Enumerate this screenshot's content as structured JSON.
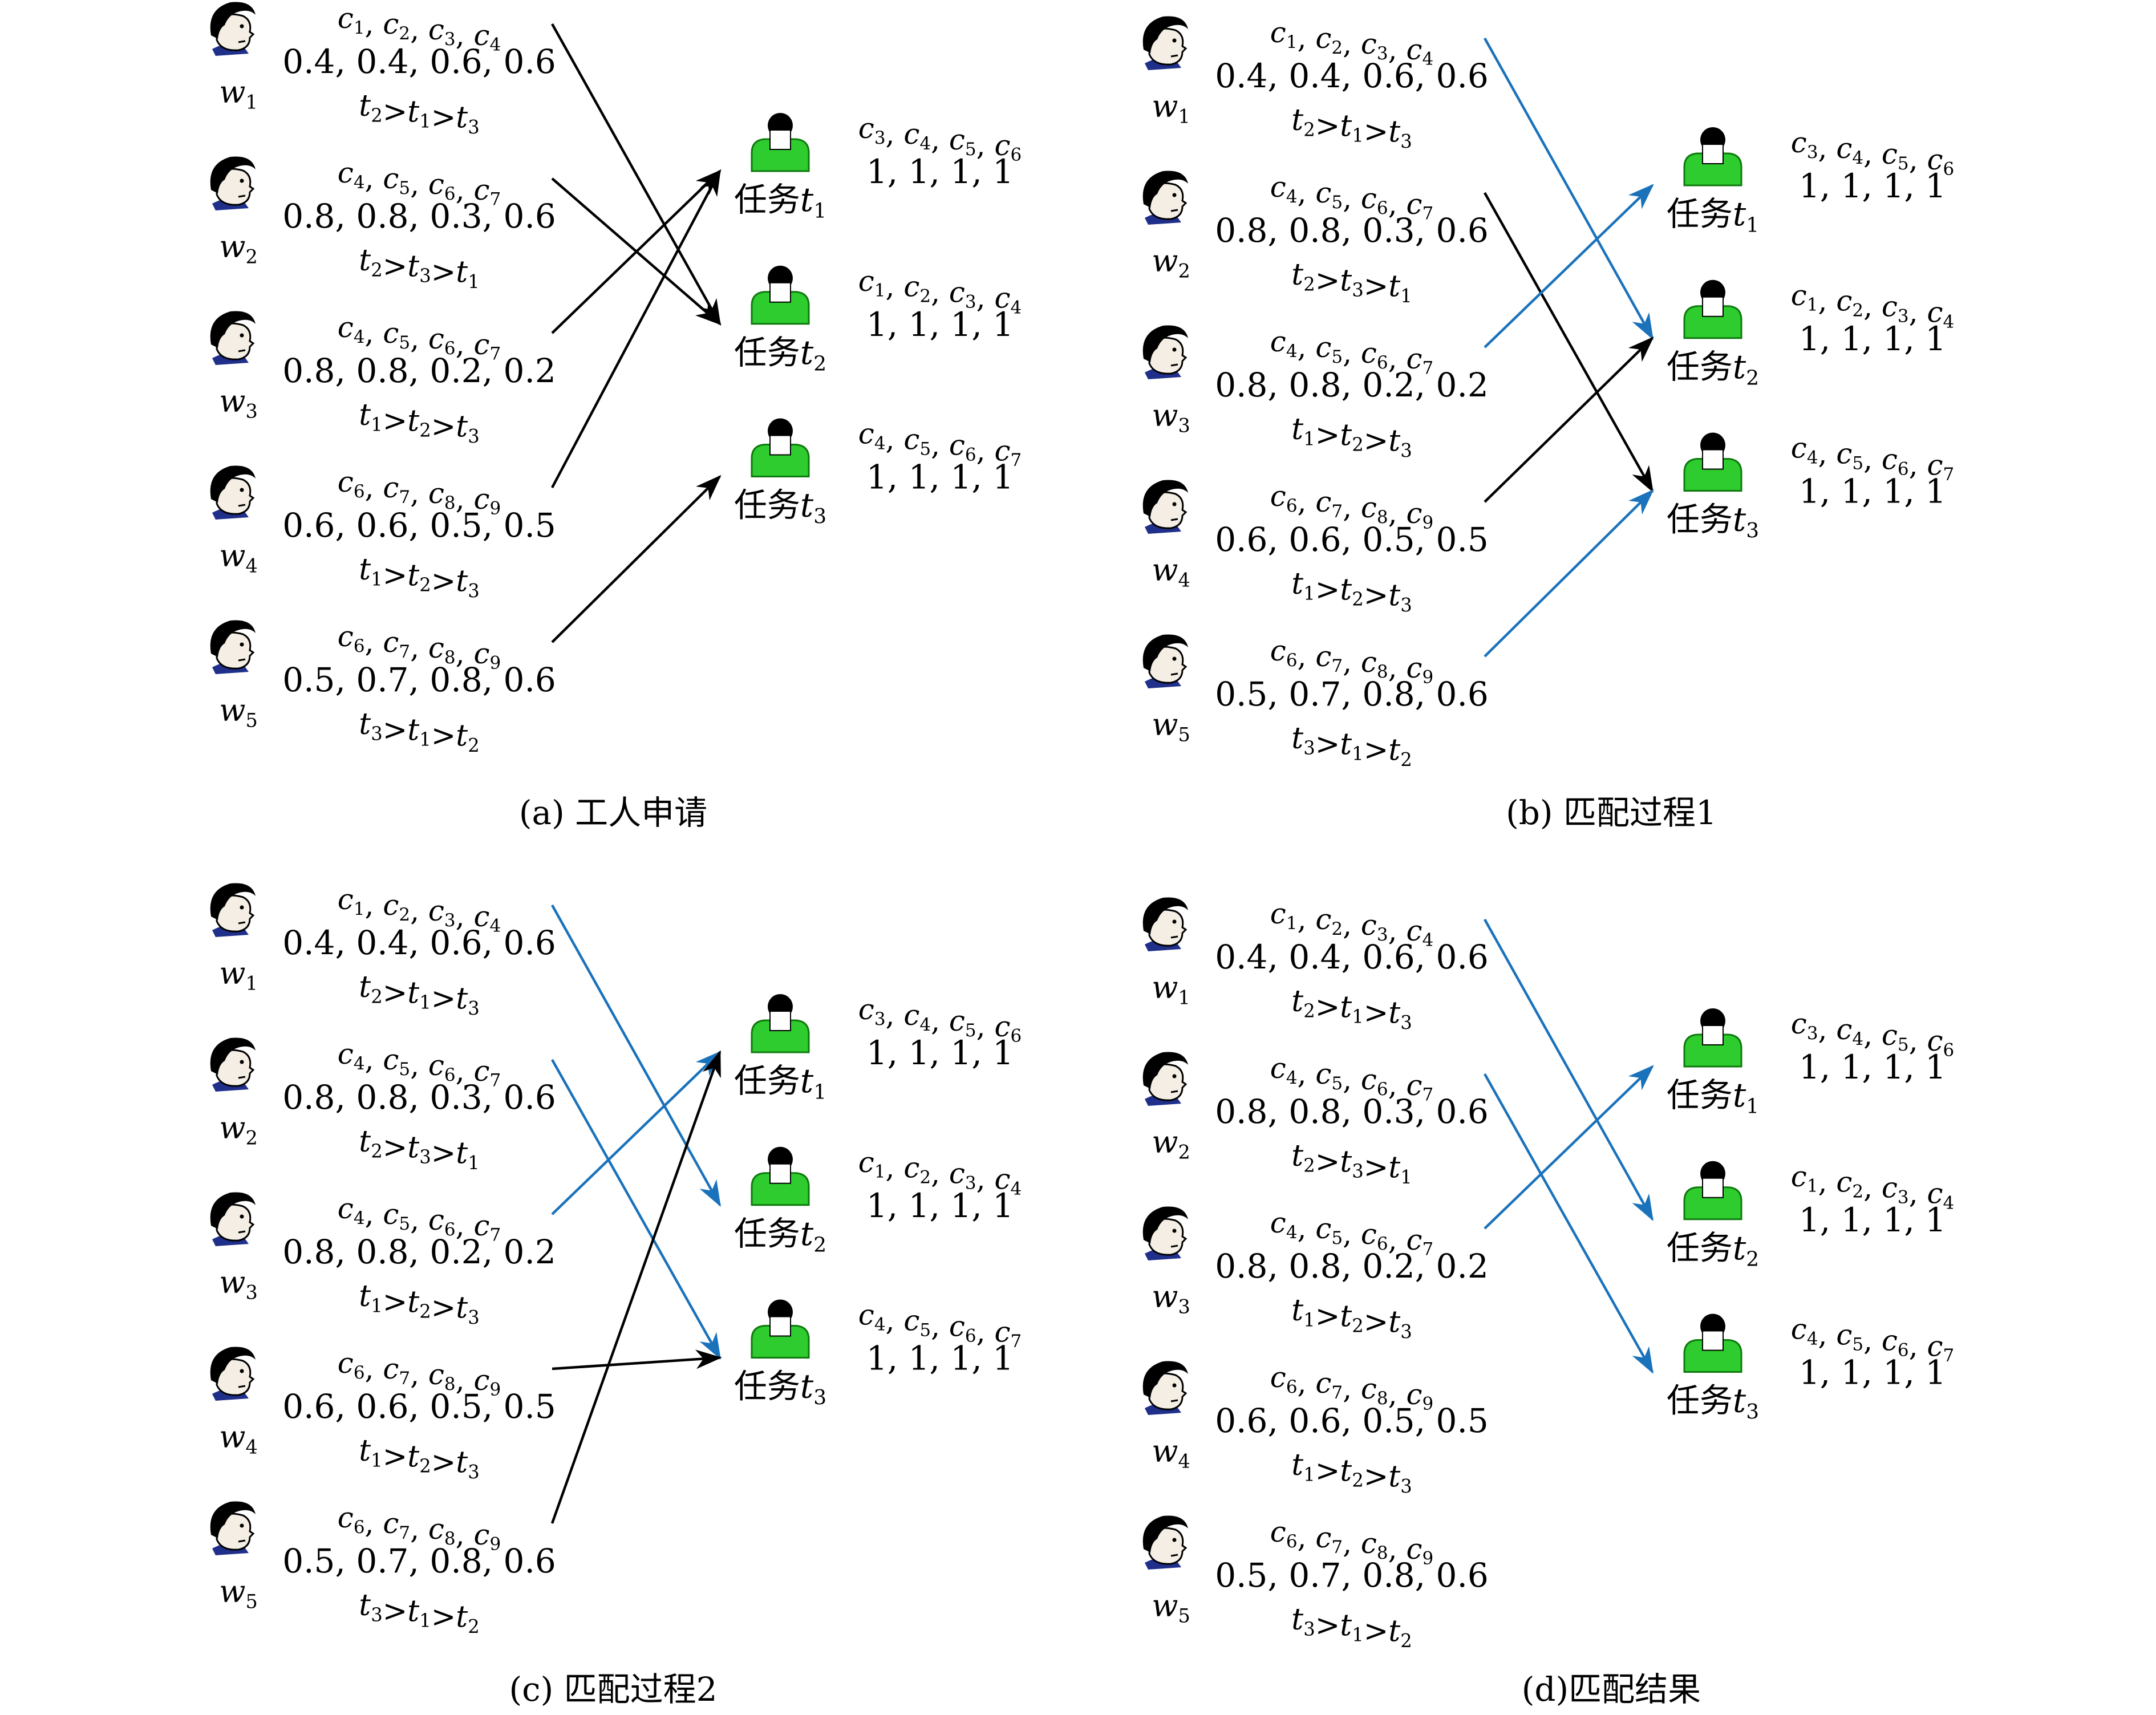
{
  "colors": {
    "arrow_black": "#000000",
    "arrow_blue": "#1a72bb",
    "task_icon_green": "#2ecc2e",
    "worker_icon_navy": "#1f2f8a"
  },
  "icons": {
    "worker": "worker-avatar-icon",
    "task": "task-avatar-icon"
  },
  "task_word": "任务",
  "workers": [
    {
      "sub": "1",
      "skills": [
        "1",
        "2",
        "3",
        "4"
      ],
      "values": "0.4, 0.4, 0.6, 0.6",
      "pref": [
        "2",
        "1",
        "3"
      ]
    },
    {
      "sub": "2",
      "skills": [
        "4",
        "5",
        "6",
        "7"
      ],
      "values": "0.8, 0.8, 0.3, 0.6",
      "pref": [
        "2",
        "3",
        "1"
      ]
    },
    {
      "sub": "3",
      "skills": [
        "4",
        "5",
        "6",
        "7"
      ],
      "values": "0.8, 0.8, 0.2, 0.2",
      "pref": [
        "1",
        "2",
        "3"
      ]
    },
    {
      "sub": "4",
      "skills": [
        "6",
        "7",
        "8",
        "9"
      ],
      "values": "0.6, 0.6, 0.5, 0.5",
      "pref": [
        "1",
        "2",
        "3"
      ]
    },
    {
      "sub": "5",
      "skills": [
        "6",
        "7",
        "8",
        "9"
      ],
      "values": "0.5, 0.7, 0.8, 0.6",
      "pref": [
        "3",
        "1",
        "2"
      ]
    }
  ],
  "tasks": [
    {
      "sub": "1",
      "skills": [
        "3",
        "4",
        "5",
        "6"
      ],
      "values": "1, 1, 1, 1"
    },
    {
      "sub": "2",
      "skills": [
        "1",
        "2",
        "3",
        "4"
      ],
      "values": "1, 1, 1, 1"
    },
    {
      "sub": "3",
      "skills": [
        "4",
        "5",
        "6",
        "7"
      ],
      "values": "1, 1, 1, 1"
    }
  ],
  "panels": [
    {
      "id": "a",
      "caption": "(a) 工人申请",
      "edges": [
        {
          "from": 1,
          "to": 2,
          "color": "black"
        },
        {
          "from": 2,
          "to": 2,
          "color": "black"
        },
        {
          "from": 3,
          "to": 1,
          "color": "black"
        },
        {
          "from": 4,
          "to": 1,
          "color": "black"
        },
        {
          "from": 5,
          "to": 3,
          "color": "black"
        }
      ]
    },
    {
      "id": "b",
      "caption": "(b) 匹配过程1",
      "edges": [
        {
          "from": 1,
          "to": 2,
          "color": "blue"
        },
        {
          "from": 2,
          "to": 3,
          "color": "black"
        },
        {
          "from": 3,
          "to": 1,
          "color": "blue"
        },
        {
          "from": 4,
          "to": 2,
          "color": "black"
        },
        {
          "from": 5,
          "to": 3,
          "color": "blue"
        }
      ]
    },
    {
      "id": "c",
      "caption": "(c) 匹配过程2",
      "edges": [
        {
          "from": 1,
          "to": 2,
          "color": "blue"
        },
        {
          "from": 2,
          "to": 3,
          "color": "blue"
        },
        {
          "from": 3,
          "to": 1,
          "color": "blue"
        },
        {
          "from": 4,
          "to": 3,
          "color": "black"
        },
        {
          "from": 5,
          "to": 1,
          "color": "black"
        }
      ]
    },
    {
      "id": "d",
      "caption": "(d)匹配结果",
      "edges": [
        {
          "from": 1,
          "to": 2,
          "color": "blue"
        },
        {
          "from": 2,
          "to": 3,
          "color": "blue"
        },
        {
          "from": 3,
          "to": 1,
          "color": "blue"
        }
      ]
    }
  ]
}
